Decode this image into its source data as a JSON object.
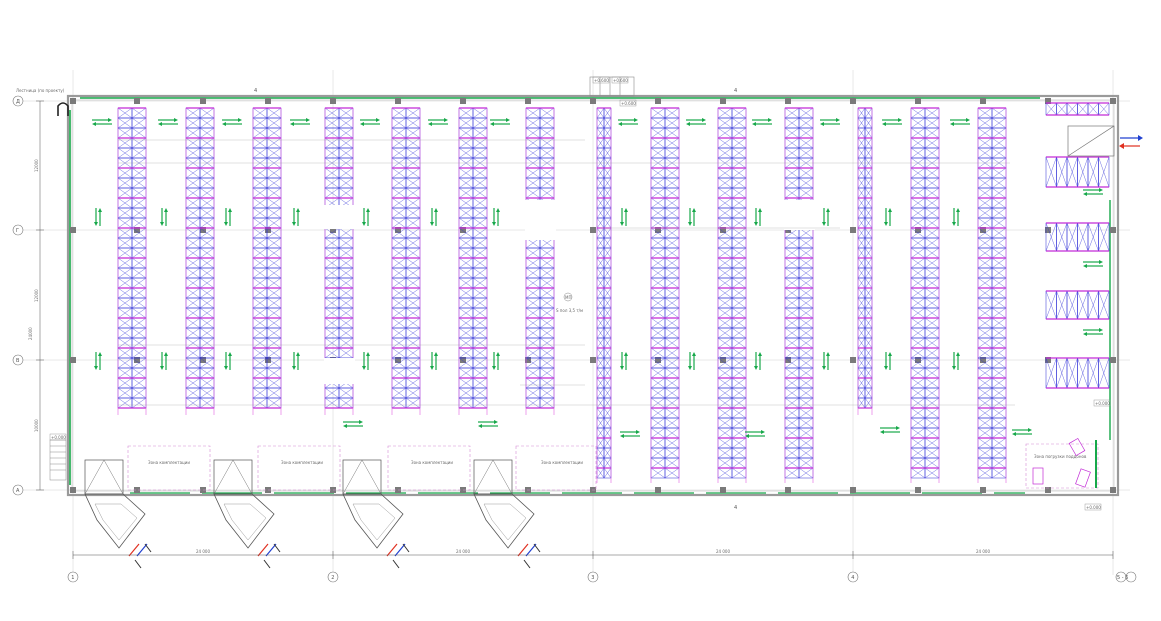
{
  "drawing": {
    "top_axis_marks": [
      "4",
      "4"
    ],
    "bottom_axis_mark": "4",
    "corner_note": "Лестница (по проекту)",
    "grid_columns": [
      "1",
      "2",
      "3",
      "4",
      "5 - 6"
    ],
    "grid_rows": [
      "Д",
      "Г",
      "В",
      "А"
    ],
    "bottom_dimensions": [
      "24 000",
      "24 000",
      "24 000",
      "24 000"
    ],
    "left_dimensions": [
      "12000",
      "12000",
      "24000",
      "10000"
    ],
    "central_mark": "МП",
    "central_note": "S пол 3,5 т/м",
    "loading_zones": [
      "Зона комплектации",
      "Зона комплектации",
      "Зона комплектации",
      "Зона комплектации",
      "Зона погрузки поддонов"
    ],
    "level_marks": {
      "top_1": "+0.600",
      "top_2": "+0.600",
      "top_3": "+0.600",
      "left": "+0.000",
      "right_1": "+0.000",
      "right_2": "+0.000"
    },
    "colors": {
      "wall": "#9a9a9a",
      "rack_frame": "#2b2bd6",
      "rack_beam": "#c22bd6",
      "rack_pink": "#e060e0",
      "green_arrow": "#17a84a",
      "flow_blue": "#2040d0",
      "flow_red": "#e03020",
      "grid_line": "#c8c8c8"
    }
  }
}
